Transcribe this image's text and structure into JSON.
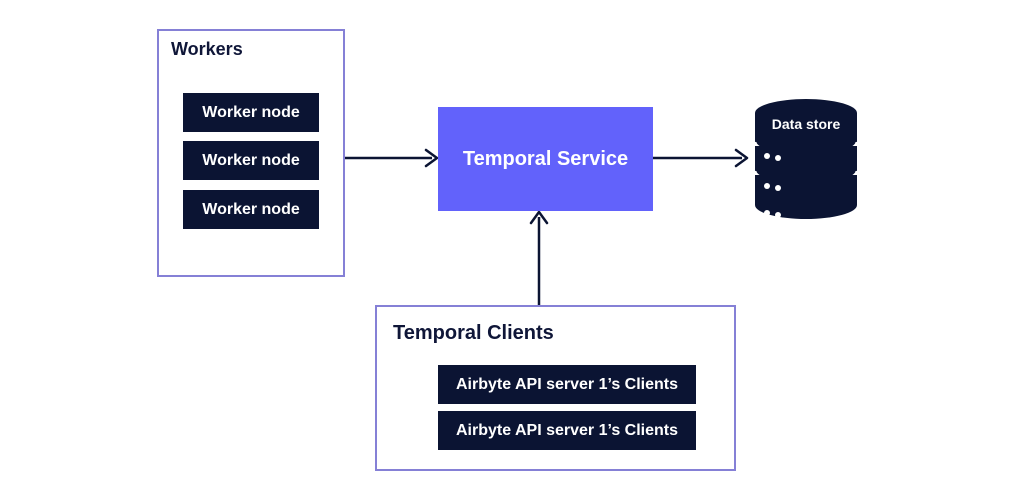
{
  "workers": {
    "title": "Workers",
    "nodes": [
      "Worker node",
      "Worker node",
      "Worker node"
    ]
  },
  "service": {
    "label": "Temporal Service"
  },
  "datastore": {
    "label": "Data store",
    "icon": "database-icon"
  },
  "clients": {
    "title": "Temporal Clients",
    "items": [
      "Airbyte API server 1’s Clients",
      "Airbyte API server 1’s Clients"
    ]
  },
  "colors": {
    "border": "#8580d6",
    "node": "#0b1433",
    "service": "#6262fb",
    "text": "#0f1638"
  }
}
